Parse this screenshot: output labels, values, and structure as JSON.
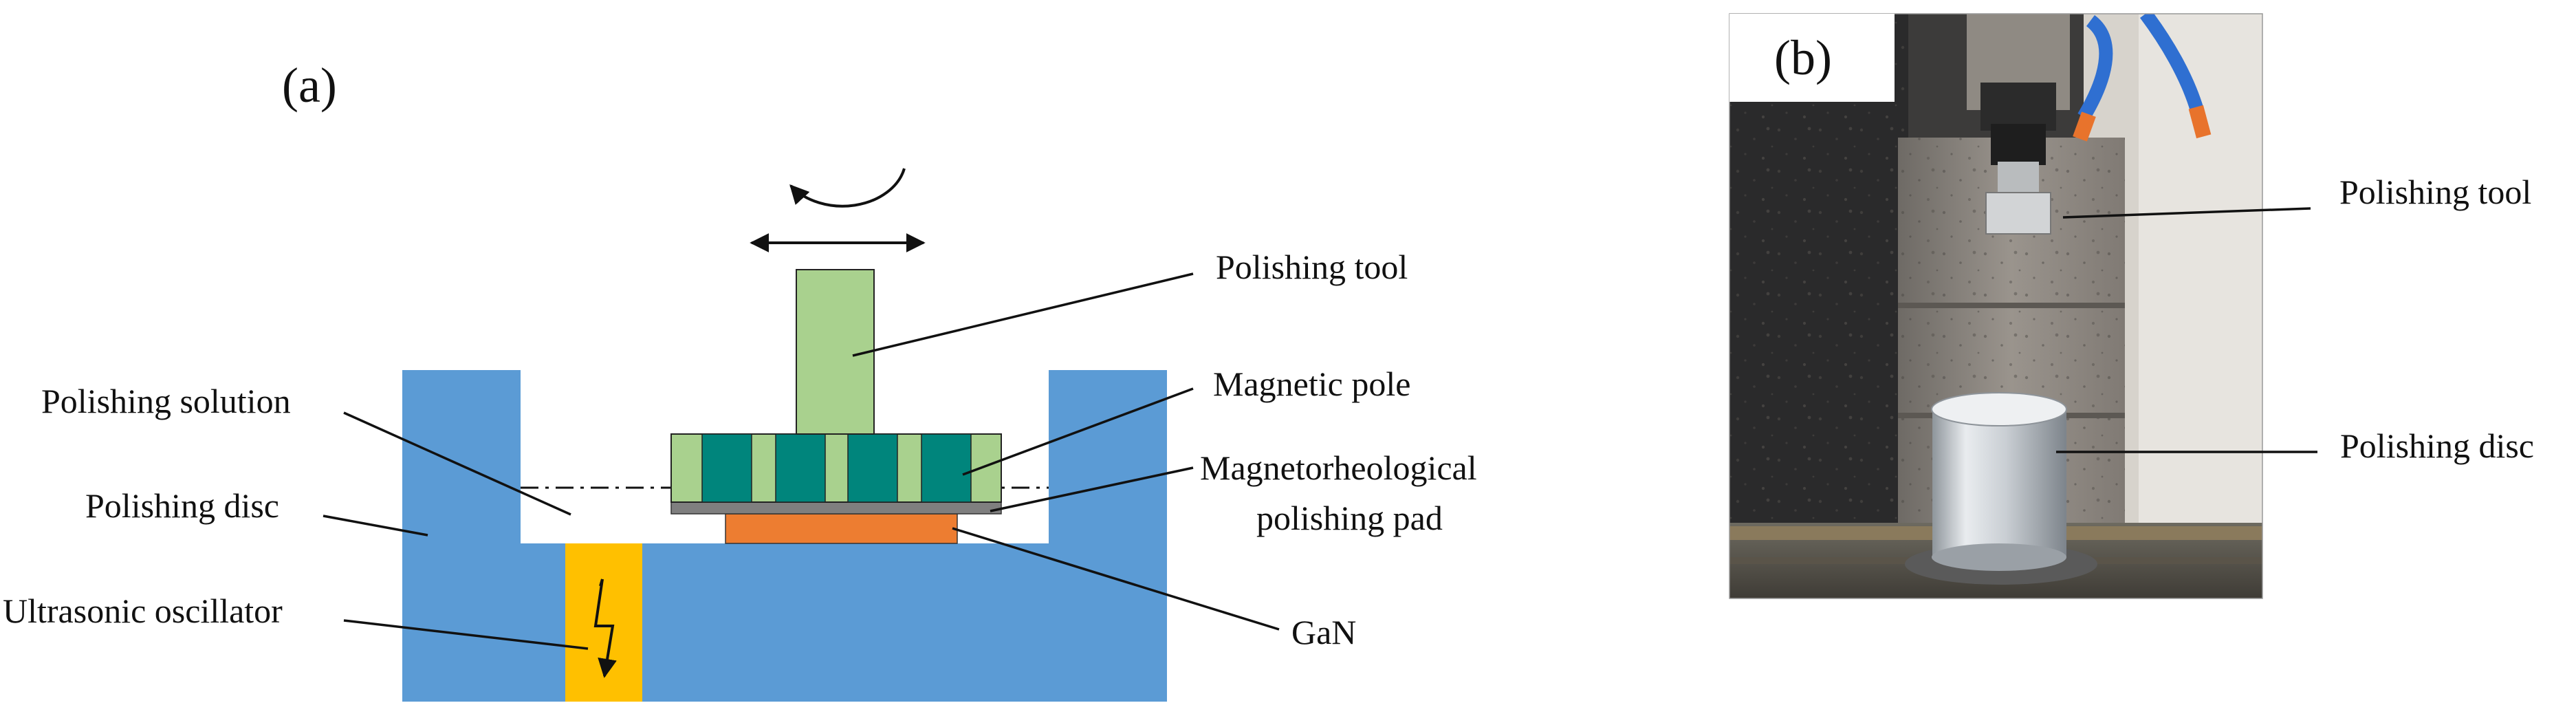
{
  "panel_a": {
    "label": "(a)",
    "callouts": {
      "polishing_tool": "Polishing tool",
      "magnetic_pole": "Magnetic pole",
      "mr_pad_line1": "Magnetorheological",
      "mr_pad_line2": "polishing pad",
      "gan": "GaN",
      "polishing_solution": "Polishing solution",
      "polishing_disc": "Polishing disc",
      "ultrasonic_oscillator": "Ultrasonic oscillator"
    }
  },
  "panel_b": {
    "label": "(b)",
    "callouts": {
      "polishing_tool": "Polishing tool",
      "polishing_disc": "Polishing disc"
    }
  },
  "colors": {
    "disc_blue": "#5b9bd5",
    "tool_green": "#a9d18e",
    "pole_teal": "#00857c",
    "pad_gray": "#7f7f7f",
    "gan_orange": "#ed7d31",
    "oscillator_yellow": "#ffc000"
  }
}
